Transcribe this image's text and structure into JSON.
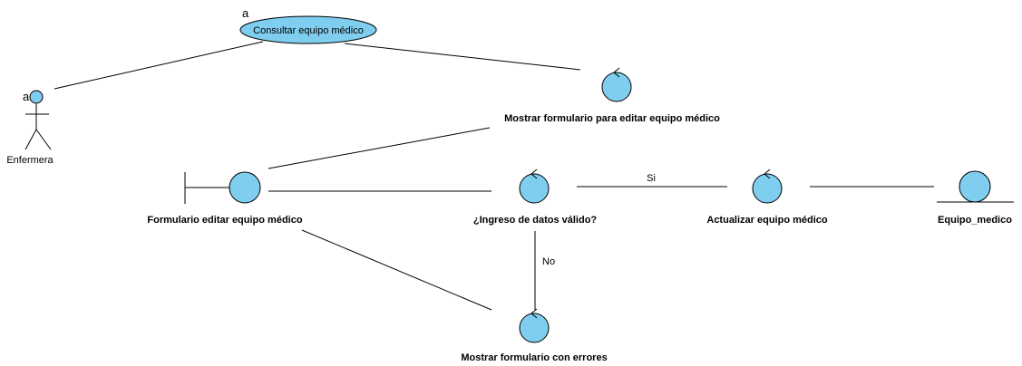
{
  "use_case": {
    "label": "Consultar equipo médico",
    "marker": "a"
  },
  "actor": {
    "label": "Enfermera",
    "marker": "a"
  },
  "nodes": {
    "mostrar_formulario": {
      "type": "control",
      "label": "Mostrar formulario para editar equipo médico"
    },
    "formulario_editar": {
      "type": "boundary",
      "label": "Formulario editar equipo médico"
    },
    "ingreso_datos": {
      "type": "control",
      "label": "¿Ingreso de datos válido?"
    },
    "actualizar": {
      "type": "control",
      "label": "Actualizar equipo médico"
    },
    "equipo_medico": {
      "type": "entity",
      "label": "Equipo_medico"
    },
    "mostrar_errores": {
      "type": "control",
      "label": "Mostrar formulario con errores"
    }
  },
  "edges": {
    "si_label": "Si",
    "no_label": "No"
  },
  "colors": {
    "fill": "#7fcdef",
    "stroke": "#000000"
  }
}
